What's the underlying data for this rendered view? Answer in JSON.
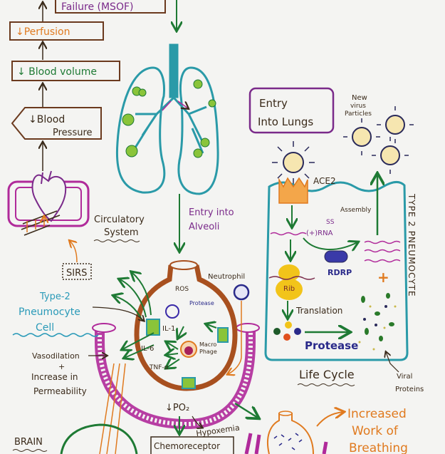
{
  "flow": {
    "msof": "Failure (MSOF)",
    "perfusion": "↓Perfusion",
    "blood_volume": "↓ Blood volume",
    "blood_pressure_1": "↓Blood",
    "blood_pressure_2": "Pressure",
    "sirs": "SIRS",
    "circulatory_1": "Circulatory",
    "circulatory_2": "System"
  },
  "lungs": {
    "entry_alveoli_1": "Entry into",
    "entry_alveoli_2": "Alveoli"
  },
  "life_cycle": {
    "entry_lungs_1": "Entry",
    "entry_lungs_2": "Into Lungs",
    "new_virus_1": "New",
    "new_virus_2": "virus",
    "new_virus_3": "Particles",
    "ace2": "ACE2",
    "assembly": "Assembly",
    "ss": "SS",
    "rna": "(+)RNA",
    "rdrp": "RDRP",
    "plus": "+",
    "rib": "Rib",
    "translation": "Translation",
    "protease": "Protease",
    "cell_label": "TYPE 2 PNEUMOCYTE",
    "title": "Life Cycle",
    "viral_1": "Viral",
    "viral_2": "Proteins"
  },
  "alveolus": {
    "neutrophil": "Neutrophil",
    "ros": "ROS",
    "protease": "Protease",
    "il1": "IL-1",
    "il6": "IL-6",
    "tnf": "TNF-α",
    "macro_1": "Macro",
    "macro_2": "Phage",
    "type2_1": "Type-2",
    "type2_2": "Pneumocyte",
    "type2_3": "Cell",
    "vaso_1": "Vasodilation",
    "vaso_2": "+",
    "vaso_3": "Increase in",
    "vaso_4": "Permeability",
    "po2": "↓PO₂",
    "hypoxemia": "Hypoxemia",
    "chemoreceptor": "Chemoreceptor",
    "brain": "BRAIN",
    "work_1": "Increased",
    "work_2": "Work of",
    "work_3": "Breathing"
  },
  "colors": {
    "brown": "#6b3a1e",
    "orange": "#e07a1f",
    "green": "#1e7a34",
    "purple": "#7a2a8a",
    "teal": "#2a9aa8",
    "navy": "#2a2a8a",
    "magenta": "#b02a9a"
  }
}
